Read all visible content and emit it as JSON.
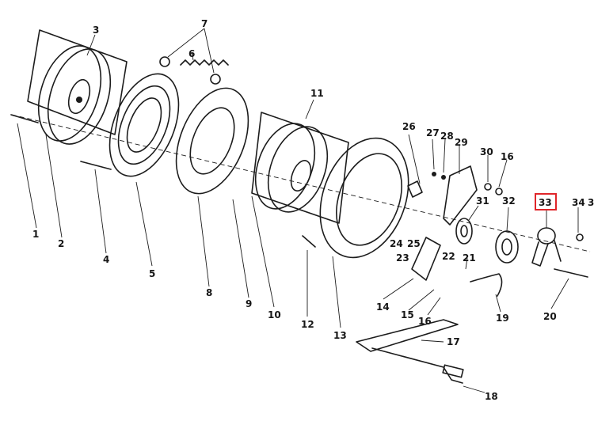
{
  "diagram": {
    "highlight_color": "#e0262a",
    "highlighted_label": "33",
    "labels": {
      "l1": "1",
      "l2": "2",
      "l3": "3",
      "l4": "4",
      "l5": "5",
      "l6": "6",
      "l7": "7",
      "l8": "8",
      "l9": "9",
      "l10": "10",
      "l11": "11",
      "l12": "12",
      "l13": "13",
      "l14": "14",
      "l15": "15",
      "l16a": "16",
      "l16b": "16",
      "l17": "17",
      "l18": "18",
      "l19": "19",
      "l20": "20",
      "l21": "21",
      "l22": "22",
      "l23": "23",
      "l24": "24",
      "l25": "25",
      "l26": "26",
      "l27": "27",
      "l28": "28",
      "l29": "29",
      "l30": "30",
      "l31": "31",
      "l32": "32",
      "l33": "33",
      "l34": "34",
      "l35": "3"
    }
  }
}
